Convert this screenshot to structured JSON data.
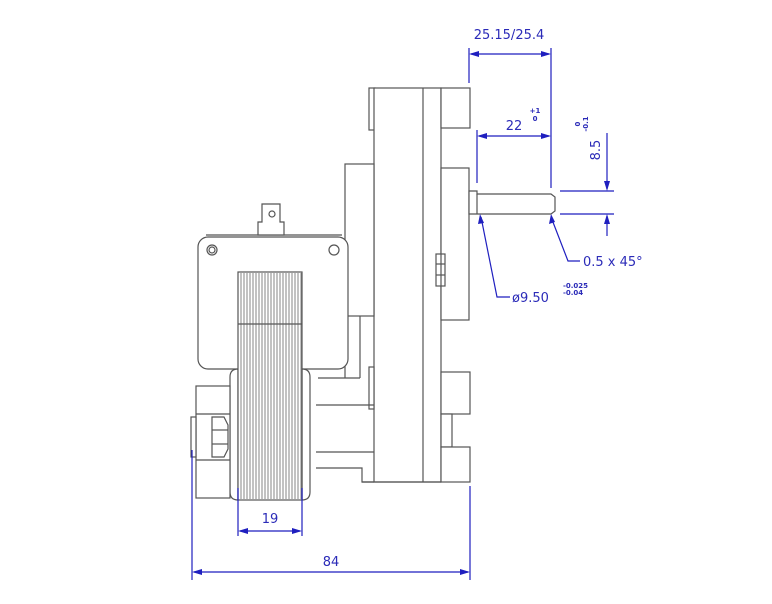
{
  "drawing": {
    "subject": "gearmotor side view",
    "line_color": "#555555",
    "dimension_color": "#2b2bb8"
  },
  "dimensions": {
    "overall_length": {
      "value": "84",
      "unit": "mm"
    },
    "coil_width": {
      "value": "19",
      "unit": "mm"
    },
    "shaft_protrusion": {
      "value": "25.15/25.4",
      "unit": "mm"
    },
    "shaft_flat_length": {
      "value": "22",
      "tol_upper": "+1",
      "tol_lower": "0",
      "unit": "mm"
    },
    "shaft_flat_height": {
      "value": "8.5",
      "tol_upper": "0",
      "tol_lower": "-0.1",
      "unit": "mm"
    },
    "chamfer": {
      "value": "0.5 x 45°"
    },
    "shaft_diameter": {
      "value": "ø9.50",
      "tol_upper": "-0.025",
      "tol_lower": "-0.04",
      "unit": "mm"
    }
  }
}
